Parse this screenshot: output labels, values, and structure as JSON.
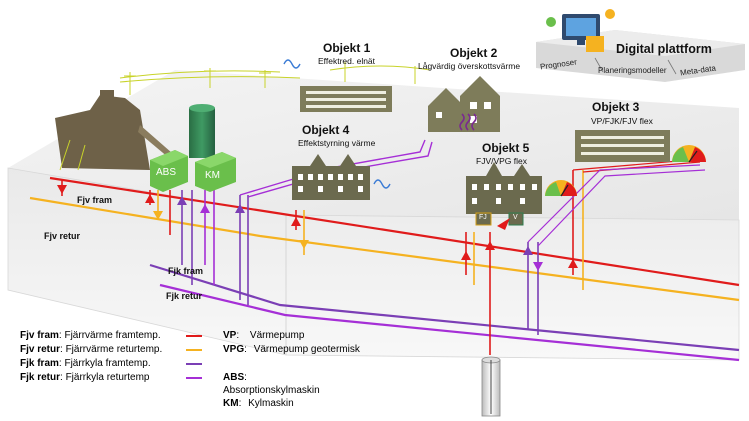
{
  "colors": {
    "fjv_fram": "#e01b1b",
    "fjv_retur": "#f5b220",
    "fjk_fram": "#7b3fb5",
    "fjk_retur": "#a52fd6",
    "building": "#7e7c5a",
    "module_green": "#6abf4b",
    "tank_green": "#2f7d4e"
  },
  "objects": [
    {
      "title": "Objekt 1",
      "subtitle": "Effektred. elnät"
    },
    {
      "title": "Objekt 2",
      "subtitle": "Lågvärdig överskottsvärme"
    },
    {
      "title": "Objekt 3",
      "subtitle": "VP/FJK/FJV flex"
    },
    {
      "title": "Objekt 4",
      "subtitle": "Effektstyrning värme"
    },
    {
      "title": "Objekt 5",
      "subtitle": "FJV/VPG flex"
    }
  ],
  "platform": {
    "title": "Digital plattform",
    "items": [
      "Prognoser",
      "Planeringsmodeller",
      "Meta-data"
    ]
  },
  "units": {
    "abs": "ABS",
    "km": "KM",
    "fj": "FJ",
    "v": "V"
  },
  "pipe_labels": {
    "fjv_fram": "Fjv fram",
    "fjv_retur": "Fjv retur",
    "fjk_fram": "Fjk fram",
    "fjk_retur": "Fjk retur"
  },
  "legend": [
    {
      "key": "Fjv fram",
      "desc": "Fjärrvärme framtemp.",
      "color": "#e01b1b"
    },
    {
      "key": "Fjv retur",
      "desc": "Fjärrvärme returtemp.",
      "color": "#f5b220"
    },
    {
      "key": "Fjk fram",
      "desc": "Fjärrkyla framtemp.",
      "color": "#7b3fb5"
    },
    {
      "key": "Fjk retur",
      "desc": "Fjärrkyla returtemp",
      "color": "#a52fd6"
    }
  ],
  "abbreviations": [
    {
      "key": "VP",
      "desc": "Värmepump"
    },
    {
      "key": "VPG",
      "desc": "Värmepump geotermisk"
    },
    {
      "key": "ABS",
      "desc": "Absorptionskylmaskin"
    },
    {
      "key": "KM",
      "desc": "Kylmaskin"
    }
  ]
}
